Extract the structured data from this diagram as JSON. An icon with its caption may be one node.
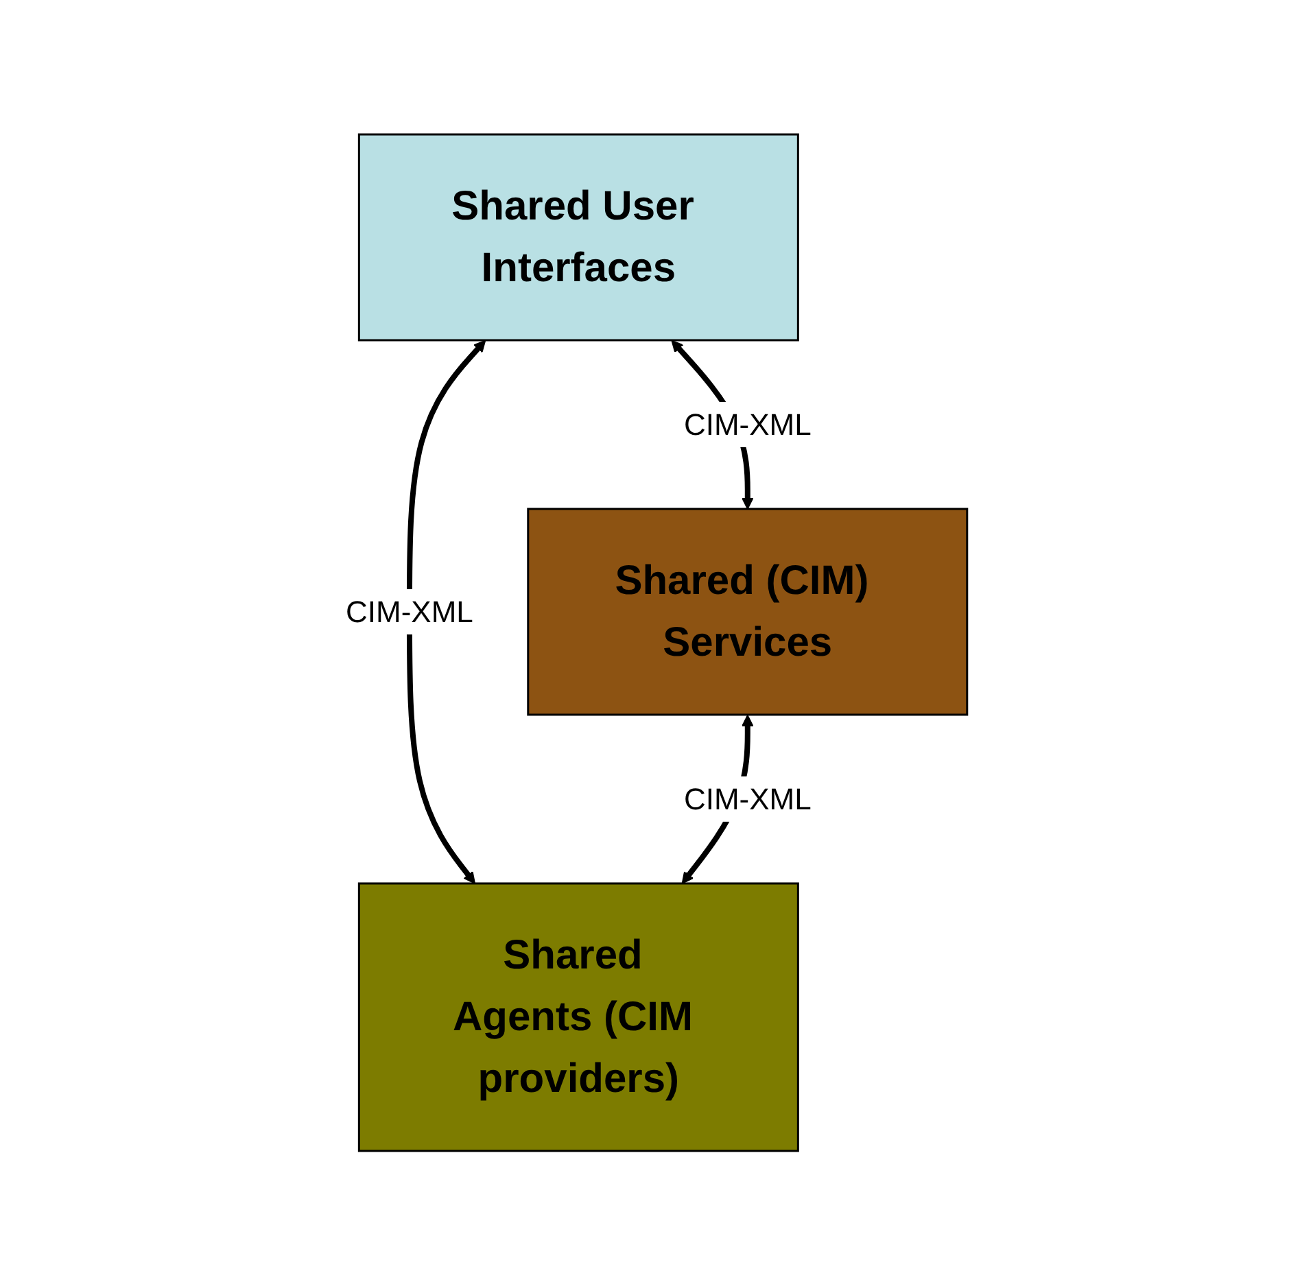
{
  "diagram": {
    "nodes": [
      {
        "text": [
          "Shared User Interfaces"
        ]
      },
      {
        "text": [
          "Shared (CIM) Services"
        ]
      },
      {
        "text": [
          "Shared Agents (CIM providers)"
        ]
      }
    ],
    "edges": [
      {
        "from": 0,
        "to": 1,
        "arrow": "both",
        "label": "CIM-XML"
      },
      {
        "from": 0,
        "to": 2,
        "arrow": "both",
        "label": "CIM-XML"
      },
      {
        "from": 1,
        "to": 2,
        "arrow": "both",
        "label": "CIM-XML"
      }
    ]
  }
}
